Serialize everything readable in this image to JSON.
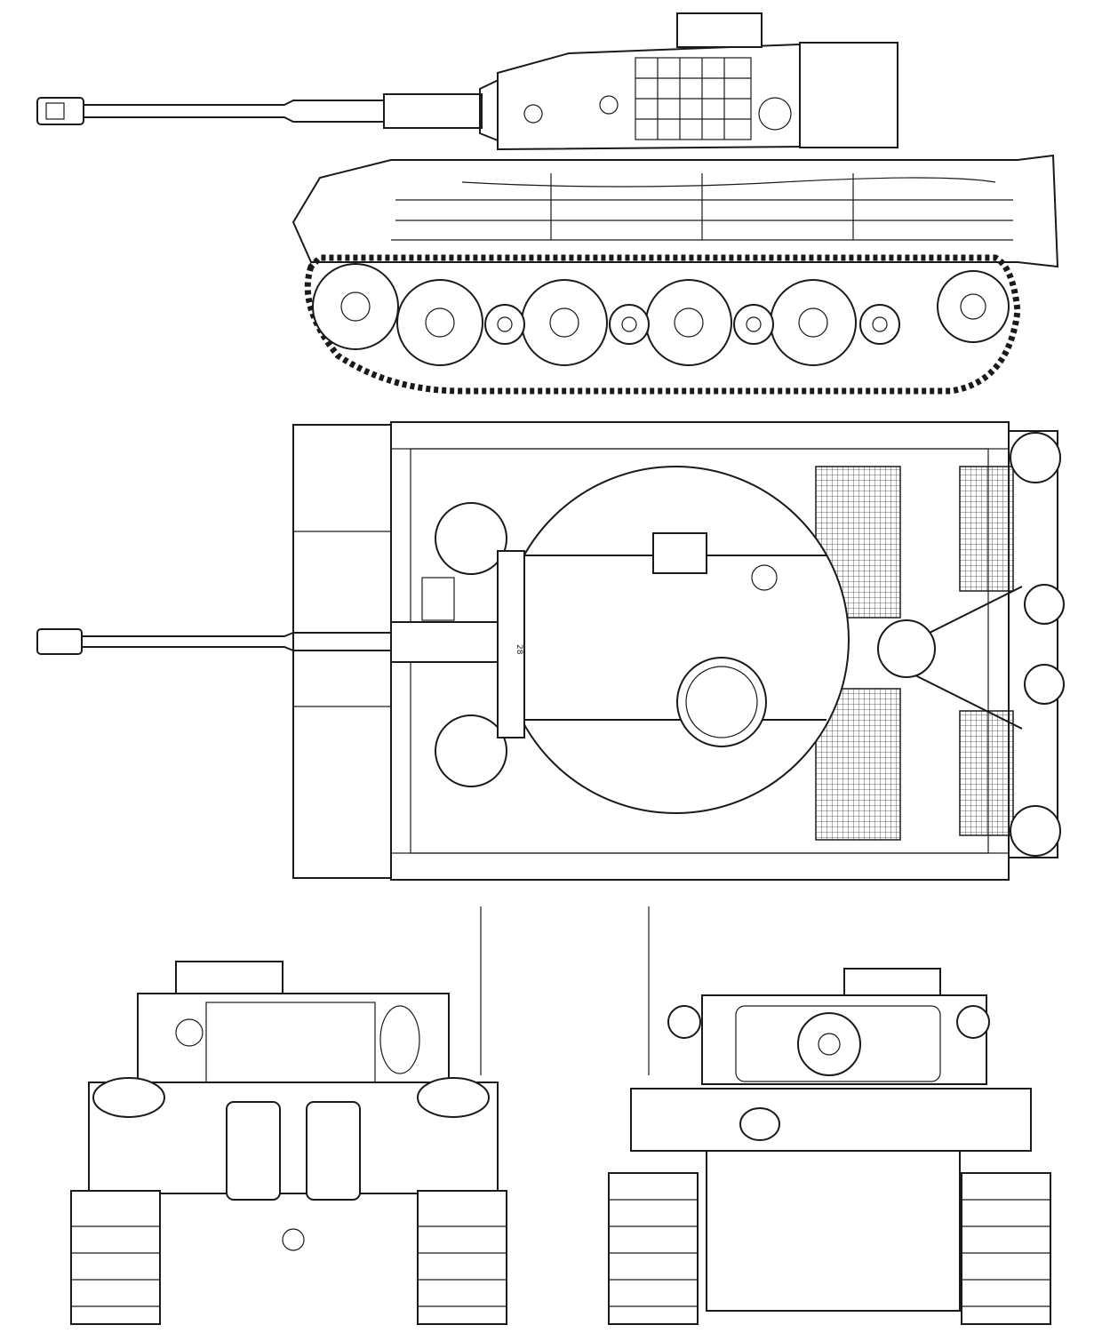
{
  "drawing": {
    "views": [
      "side-view",
      "top-view",
      "rear-view",
      "front-view"
    ],
    "turret_marking": "28",
    "line_color": "#1a1a1a",
    "background": "#ffffff"
  }
}
